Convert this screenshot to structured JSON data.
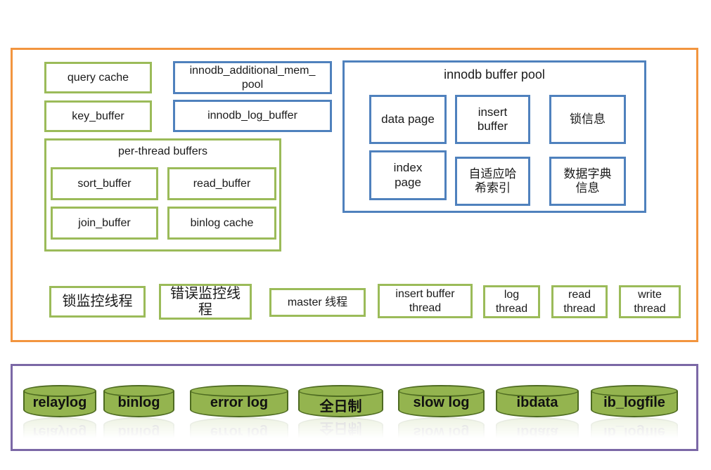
{
  "colors": {
    "orange": "#F2953F",
    "purple": "#7B68A6",
    "green": "#9BBB59",
    "blue": "#4F81BD",
    "cyl_fill": "#94B44F",
    "cyl_stroke": "#4E6B21",
    "text": "#1A1A1A"
  },
  "memory_frame": {
    "query_cache": "query cache",
    "key_buffer": "key_buffer",
    "innodb_additional_mem_pool": "innodb_additional_mem_pool",
    "innodb_log_buffer": "innodb_log_buffer",
    "buffer_pool": {
      "title": "innodb buffer pool",
      "cells": [
        "data page",
        "insert buffer",
        "锁信息",
        "index page",
        "自适应哈希索引",
        "数据字典信息"
      ]
    },
    "per_thread_buffers": {
      "title": "per-thread buffers",
      "cells": [
        "sort_buffer",
        "read_buffer",
        "join_buffer",
        "binlog cache"
      ]
    },
    "threads": [
      "锁监控线程",
      "错误监控线程",
      "master 线程",
      "insert buffer thread",
      "log thread",
      "read thread",
      "write thread"
    ]
  },
  "log_files": [
    "relaylog",
    "binlog",
    "error log",
    "全日制",
    "slow log",
    "ibdata",
    "ib_logfile"
  ]
}
